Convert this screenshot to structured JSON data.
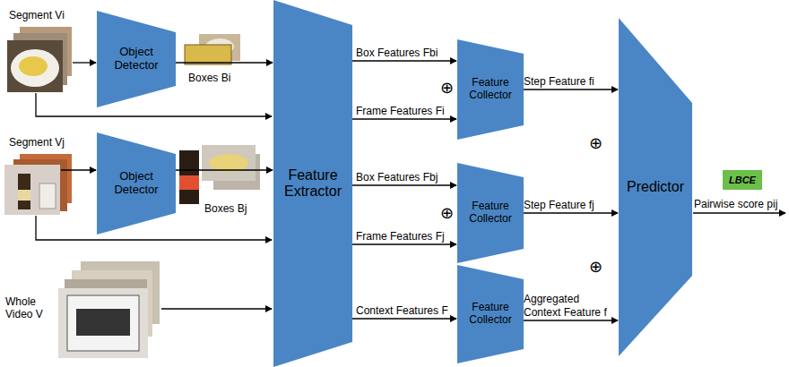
{
  "diagram": {
    "nodes": [
      {
        "text": [
          "Object Detector"
        ]
      },
      {
        "text": [
          "Object Detector"
        ]
      },
      {
        "text": [
          "Feature Extractor"
        ]
      },
      {
        "text": [
          "Feature Collector"
        ]
      },
      {
        "text": [
          "Feature Collector"
        ]
      },
      {
        "text": [
          "Feature Collector"
        ]
      },
      {
        "text": [
          "Predictor"
        ]
      },
      {
        "text": [
          "LBCE"
        ]
      }
    ],
    "edges": [
      {
        "from": 0,
        "to": 2,
        "arrow": "to"
      },
      {
        "from": 1,
        "to": 2,
        "arrow": "to"
      },
      {
        "from": 2,
        "to": 3,
        "label": "Box Features Fbi",
        "arrow": "to"
      },
      {
        "from": 2,
        "to": 3,
        "label": "Frame Features Fi",
        "arrow": "to"
      },
      {
        "from": 2,
        "to": 4,
        "label": "Box Features Fbj",
        "arrow": "to"
      },
      {
        "from": 2,
        "to": 4,
        "label": "Frame Features Fj",
        "arrow": "to"
      },
      {
        "from": 2,
        "to": 5,
        "label": "Context Features F",
        "arrow": "to"
      },
      {
        "from": 3,
        "to": 6,
        "label": "Step Feature fi",
        "arrow": "to"
      },
      {
        "from": 4,
        "to": 6,
        "label": "Step Feature fj",
        "arrow": "to"
      },
      {
        "from": 5,
        "to": 6,
        "label": "Aggregated Context Feature f",
        "arrow": "to"
      }
    ],
    "labels": [
      "Segment Vi",
      "Boxes Bi",
      "Segment Vj",
      "Boxes Bj",
      "Whole Video V",
      "⊕",
      "⊕",
      "⊕",
      "⊕",
      "Pairwise score pij"
    ]
  }
}
